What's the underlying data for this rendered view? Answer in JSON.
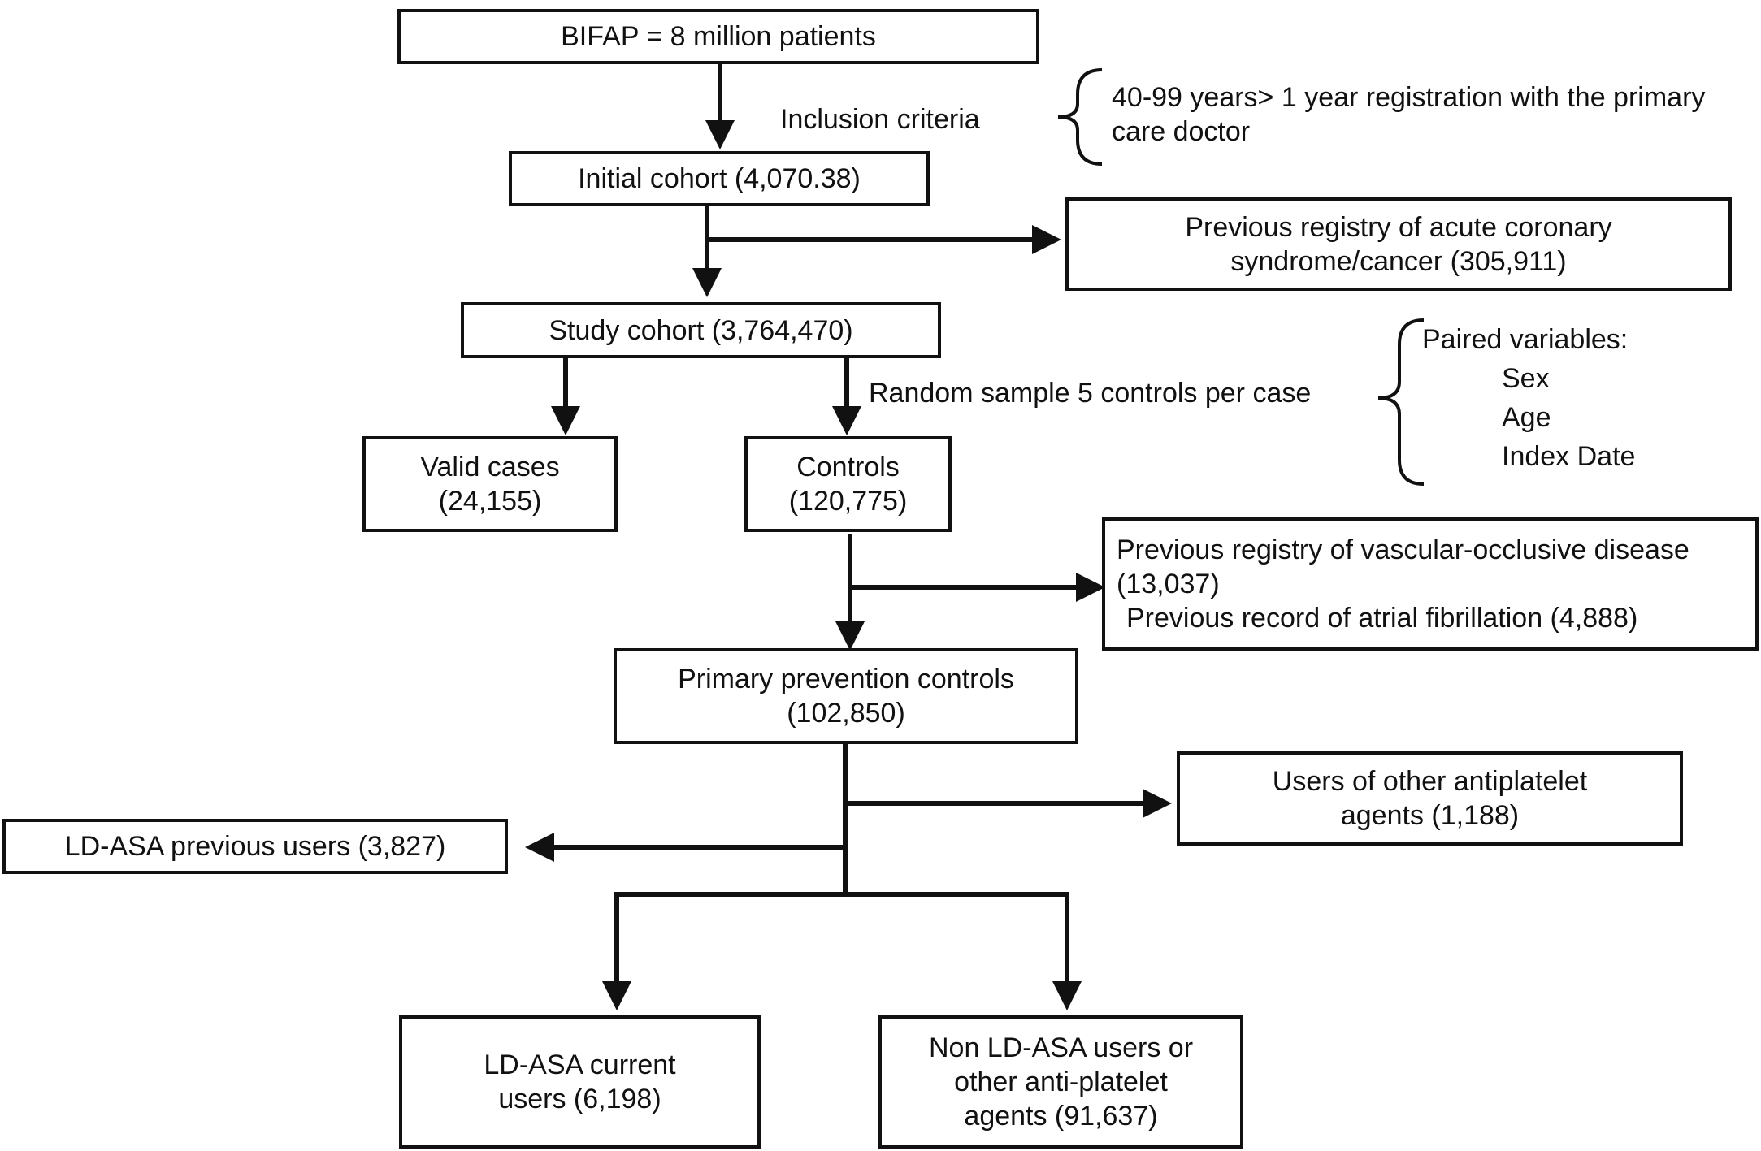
{
  "boxes": {
    "bifap": {
      "lines": [
        "BIFAP = 8 million patients"
      ]
    },
    "initial_cohort": {
      "lines": [
        "Initial cohort (4,070.38)"
      ]
    },
    "prev_acs": {
      "lines": [
        "Previous registry of acute coronary",
        "syndrome/cancer (305,911)"
      ]
    },
    "study_cohort": {
      "lines": [
        "Study cohort (3,764,470)"
      ]
    },
    "valid_cases": {
      "lines": [
        "Valid cases",
        "(24,155)"
      ]
    },
    "controls": {
      "lines": [
        "Controls",
        "(120,775)"
      ]
    },
    "prev_vascular": {
      "lines": [
        "Previous registry of vascular-occlusive disease",
        "(13,037)",
        "Previous record of atrial fibrillation (4,888)"
      ]
    },
    "primary_prevention": {
      "lines": [
        "Primary prevention controls",
        "(102,850)"
      ]
    },
    "other_antiplatelet": {
      "lines": [
        "Users of other antiplatelet",
        "agents (1,188)"
      ]
    },
    "ldasa_previous": {
      "lines": [
        "LD-ASA previous users (3,827)"
      ]
    },
    "ldasa_current": {
      "lines": [
        "LD-ASA current",
        "users (6,198)"
      ]
    },
    "non_ldasa": {
      "lines": [
        "Non LD-ASA users or",
        "other anti-platelet",
        "agents (91,637)"
      ]
    }
  },
  "labels": {
    "inclusion_criteria": "Inclusion criteria",
    "criteria_detail": [
      "40-99 years> 1 year registration with the primary",
      "care doctor"
    ],
    "random_sample": "Random sample 5 controls per case",
    "paired_title": "Paired variables:",
    "paired_items": [
      "Sex",
      "Age",
      "Index Date"
    ]
  }
}
